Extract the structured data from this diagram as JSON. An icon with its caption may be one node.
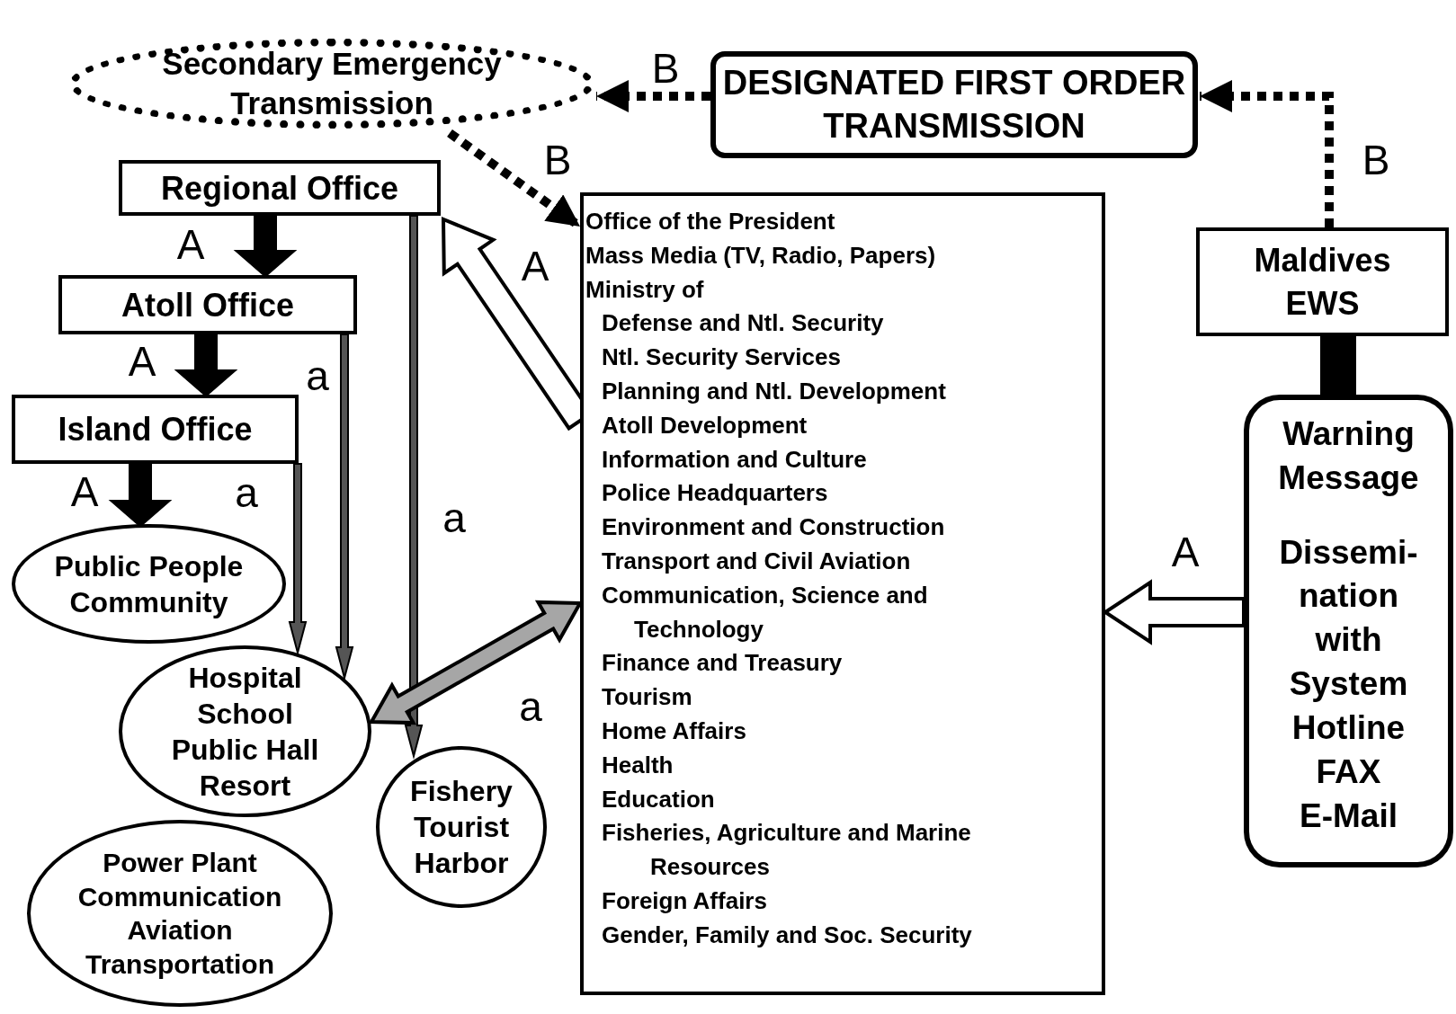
{
  "diagram": {
    "nodes": [
      {
        "text": [
          "Secondary Emergency Transmission"
        ]
      },
      {
        "text": [
          "DESIGNATED FIRST ORDER TRANSMISSION"
        ]
      },
      {
        "text": [
          "Regional Office"
        ]
      },
      {
        "text": [
          "Atoll Office"
        ]
      },
      {
        "text": [
          "Island Office"
        ]
      },
      {
        "text": [
          "Public People Community"
        ]
      },
      {
        "text": [
          "Hospital School Public Hall Resort"
        ]
      },
      {
        "text": [
          "Fishery Tourist Harbor"
        ]
      },
      {
        "text": [
          "Power Plant Communication Aviation Transportation"
        ]
      },
      {
        "text": [
          "Office of the President",
          "Mass Media (TV, Radio, Papers)",
          "Ministry of",
          "Defense and Ntl. Security",
          "Ntl. Security Services",
          "Planning and Ntl. Development",
          "Atoll Development",
          "Information and Culture",
          "Police Headquarters",
          "Environment and Construction",
          "Transport and Civil Aviation",
          "Communication, Science and Technology",
          "Finance and Treasury",
          "Tourism",
          "Home Affairs",
          "Health",
          "Education",
          "Fisheries, Agriculture and Marine Resources",
          "Foreign Affairs",
          "Gender, Family and Soc. Security"
        ]
      },
      {
        "text": [
          "Maldives EWS"
        ]
      },
      {
        "text": [
          "Warning Message",
          "Dissemi- nation with System Hotline FAX E-Mail"
        ]
      }
    ],
    "edges": [
      {
        "from": 1,
        "to": 0,
        "arrow": "to",
        "label": "B",
        "style": "dashed"
      },
      {
        "from": 10,
        "to": 1,
        "arrow": "to",
        "label": "B",
        "style": "dashed"
      },
      {
        "from": 0,
        "to": 9,
        "arrow": "to",
        "label": "B",
        "style": "dashed"
      },
      {
        "from": 2,
        "to": 3,
        "arrow": "to",
        "label": "A",
        "style": "thick"
      },
      {
        "from": 3,
        "to": 4,
        "arrow": "to",
        "label": "A",
        "style": "thick"
      },
      {
        "from": 4,
        "to": 5,
        "arrow": "to",
        "label": "A",
        "style": "thick"
      },
      {
        "from": 4,
        "to": 6,
        "arrow": "to",
        "label": "a"
      },
      {
        "from": 3,
        "to": 6,
        "arrow": "to",
        "label": "a"
      },
      {
        "from": 2,
        "to": 7,
        "arrow": "to",
        "label": "a"
      },
      {
        "from": 9,
        "to": 2,
        "arrow": "to",
        "label": "A",
        "style": "thick",
        "color": "#ffffff"
      },
      {
        "from": 9,
        "to": 6,
        "arrow": "both",
        "label": "a",
        "style": "thick",
        "color": "#a6a6a6"
      },
      {
        "from": 11,
        "to": 9,
        "arrow": "to",
        "label": "A",
        "style": "thick",
        "color": "#ffffff"
      },
      {
        "from": 10,
        "to": 11,
        "arrow": "none",
        "style": "thick"
      }
    ]
  }
}
